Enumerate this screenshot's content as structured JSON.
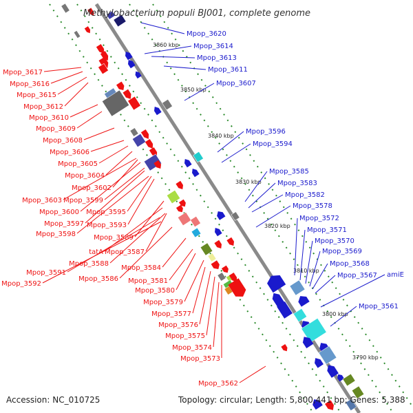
{
  "title": "Methylobacterium populi BJ001, complete genome",
  "footer": {
    "accession": "Accession: NC_010725",
    "topology": "Topology: circular; Length: 5,800,441 bp; Genes: 5,388"
  },
  "colors": {
    "forward": "#ee1111",
    "reverse": "#1a1acc",
    "backbone": "#888888",
    "dots": "#2a8a2a"
  },
  "ticks": [
    "3860 kbp",
    "3850 kbp",
    "3840 kbp",
    "3830 kbp",
    "3820 kbp",
    "3810 kbp",
    "3800 kbp",
    "3790 kbp"
  ],
  "blue_labels": [
    "Mpop_3620",
    "Mpop_3614",
    "Mpop_3613",
    "Mpop_3611",
    "Mpop_3607",
    "Mpop_3596",
    "Mpop_3594",
    "Mpop_3585",
    "Mpop_3583",
    "Mpop_3582",
    "Mpop_3578",
    "Mpop_3572",
    "Mpop_3571",
    "Mpop_3570",
    "Mpop_3569",
    "Mpop_3568",
    "Mpop_3567",
    "amiE",
    "Mpop_3561"
  ],
  "red_labels": [
    "Mpop_3617",
    "Mpop_3616",
    "Mpop_3615",
    "Mpop_3612",
    "Mpop_3610",
    "Mpop_3609",
    "Mpop_3608",
    "Mpop_3606",
    "Mpop_3605",
    "Mpop_3604",
    "Mpop_3602",
    "Mpop_3603",
    "Mpop_3599",
    "Mpop_3600",
    "Mpop_3595",
    "Mpop_3597",
    "Mpop_3593",
    "Mpop_3598",
    "Mpop_3589",
    "tatA",
    "Mpop_3587",
    "Mpop_3588",
    "Mpop_3584",
    "Mpop_3591",
    "Mpop_3586",
    "Mpop_3592",
    "Mpop_3581",
    "Mpop_3580",
    "Mpop_3579",
    "Mpop_3577",
    "Mpop_3576",
    "Mpop_3575",
    "Mpop_3574",
    "Mpop_3573",
    "Mpop_3562"
  ]
}
